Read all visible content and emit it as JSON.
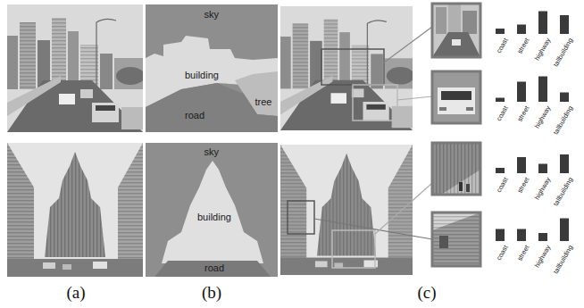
{
  "diagram": {
    "labels": [
      "sky",
      "building",
      "tree",
      "road",
      "coast",
      "street",
      "highway",
      "tallbuilding",
      "coast",
      "street",
      "highway",
      "tallbuilding",
      "sky",
      "building",
      "road",
      "coast",
      "street",
      "highway",
      "tallbuilding",
      "coast",
      "street",
      "highway",
      "tallbuilding",
      "(a)",
      "(b)",
      "(c)"
    ]
  }
}
